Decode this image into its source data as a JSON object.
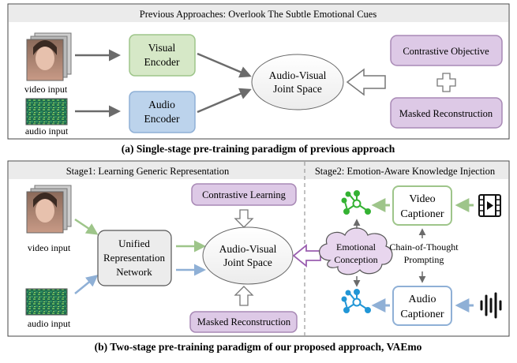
{
  "top": {
    "header": "Previous Approaches: Overlook The Subtle Emotional Cues",
    "video_input_label": "video input",
    "audio_input_label": "audio input",
    "visual_encoder": [
      "Visual",
      "Encoder"
    ],
    "audio_encoder": [
      "Audio",
      "Encoder"
    ],
    "joint_space": [
      "Audio-Visual",
      "Joint Space"
    ],
    "contrastive_objective": "Contrastive Objective",
    "masked_reconstruction": "Masked Reconstruction",
    "caption": "(a) Single-stage pre-training  paradigm of previous approach"
  },
  "bottom": {
    "stage1_header": "Stage1: Learning Generic Representation",
    "stage2_header": "Stage2: Emotion-Aware Knowledge Injection",
    "video_input_label": "video input",
    "audio_input_label": "audio input",
    "unified_network": [
      "Unified",
      "Representation",
      "Network"
    ],
    "joint_space": [
      "Audio-Visual",
      "Joint Space"
    ],
    "contrastive_learning": "Contrastive Learning",
    "masked_reconstruction": "Masked Reconstruction",
    "emotional_conception": [
      "Emotional",
      "Conception"
    ],
    "video_captioner": [
      "Video",
      "Captioner"
    ],
    "audio_captioner": [
      "Audio",
      "Captioner"
    ],
    "cot": [
      "Chain-of-Thought",
      "Prompting"
    ],
    "caption": "(b) Two-stage pre-training  paradigm of our proposed approach, VAEmo"
  },
  "colors": {
    "green_fill": "#d6e8c7",
    "green_stroke": "#9ec58a",
    "blue_fill": "#bcd3ec",
    "blue_stroke": "#8fb0d6",
    "purple_fill": "#ddc9e6",
    "purple_stroke": "#a889b5",
    "header_fill": "#ebebeb",
    "green_icon": "#34b233",
    "blue_icon": "#2196d6"
  }
}
